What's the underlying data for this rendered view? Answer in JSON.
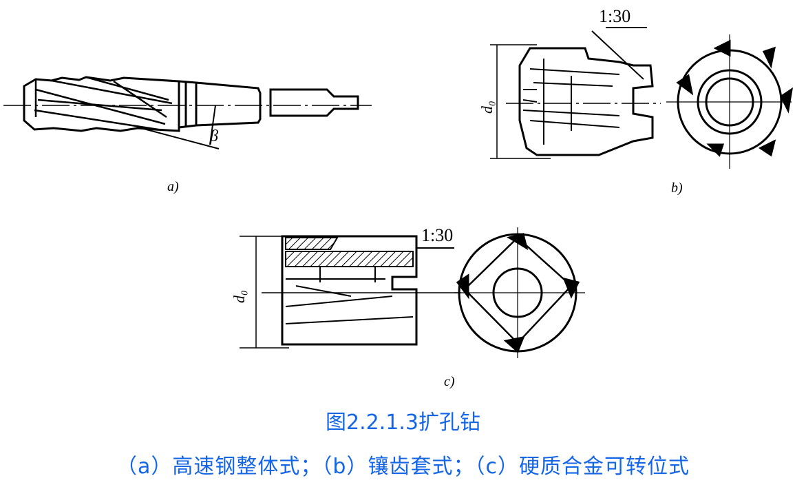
{
  "figure": {
    "title": "图2.2.1.3扩孔钻",
    "subtitle": "（a）高速钢整体式；（b）镶齿套式；（c）硬质合金可转位式",
    "panels": [
      {
        "label": "a)",
        "angle_symbol": "β"
      },
      {
        "label": "b)",
        "taper": "1:30",
        "diameter_symbol": "d₀"
      },
      {
        "label": "c)",
        "taper": "1:30",
        "diameter_symbol": "d₀"
      }
    ],
    "caption_color": "#1466e6"
  }
}
